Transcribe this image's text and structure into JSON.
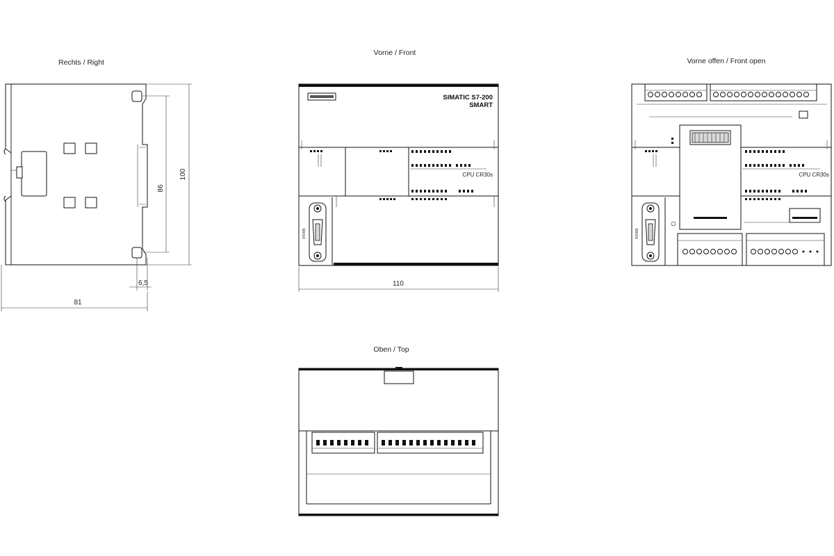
{
  "views": {
    "right": {
      "title": "Rechts / Right"
    },
    "front": {
      "title": "Vorne / Front"
    },
    "front_open": {
      "title": "Vorne offen / Front open"
    },
    "top": {
      "title": "Oben / Top"
    }
  },
  "dimensions": {
    "height_total": "100",
    "mount_spacing": "86",
    "mount_offset": "6,5",
    "depth": "81",
    "width": "110"
  },
  "device": {
    "brand_line1": "SIMATIC S7-200",
    "brand_line2": "SMART",
    "model": "CPU CR30s"
  }
}
